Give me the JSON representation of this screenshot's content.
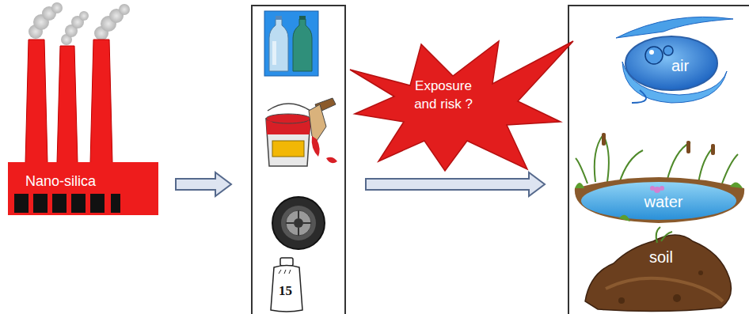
{
  "diagram": {
    "nodes": [
      {
        "text": [
          "Nano-silica"
        ]
      },
      {
        "text": [
          "Exposure and risk ?"
        ]
      },
      {
        "text": [
          "air"
        ]
      },
      {
        "text": [
          "water"
        ]
      },
      {
        "text": [
          "soil"
        ]
      }
    ],
    "labels": [
      "15"
    ]
  }
}
